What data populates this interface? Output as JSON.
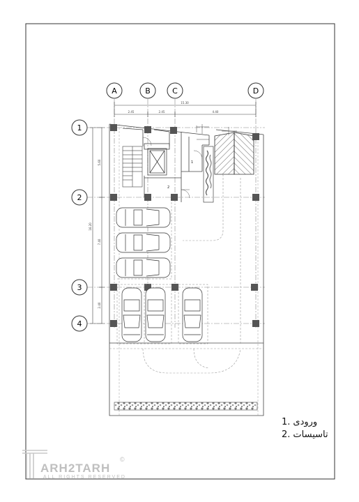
{
  "grid": {
    "columns": [
      "A",
      "B",
      "C",
      "D"
    ],
    "rows": [
      "1",
      "2",
      "3",
      "4"
    ]
  },
  "dimensions": {
    "top_total": "15.30",
    "top_segments": [
      "2.45",
      "2.45",
      "4.40"
    ],
    "side_total": "16.20",
    "side_segments": [
      "5.60",
      "7.40",
      "2.40"
    ]
  },
  "room_tags": [
    "1",
    "2"
  ],
  "legend": [
    {
      "num": "1.",
      "text": "ورودی"
    },
    {
      "num": "2.",
      "text": "تاسیسات"
    }
  ],
  "logo": {
    "name": "ARH2TARH",
    "tagline": "ALL RIGHTS RESERVED",
    "mark": "©"
  },
  "colors": {
    "line": "#333333",
    "column": "#555555",
    "hatch": "#444444",
    "logo": "#c8c8c8"
  }
}
